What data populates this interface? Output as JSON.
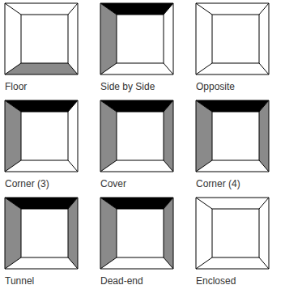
{
  "diagram": {
    "labels": [
      "Floor",
      "Side by Side",
      "Opposite",
      "Corner (3)",
      "Cover",
      "Corner (4)",
      "Tunnel",
      "Dead-end",
      "Enclosed"
    ]
  }
}
